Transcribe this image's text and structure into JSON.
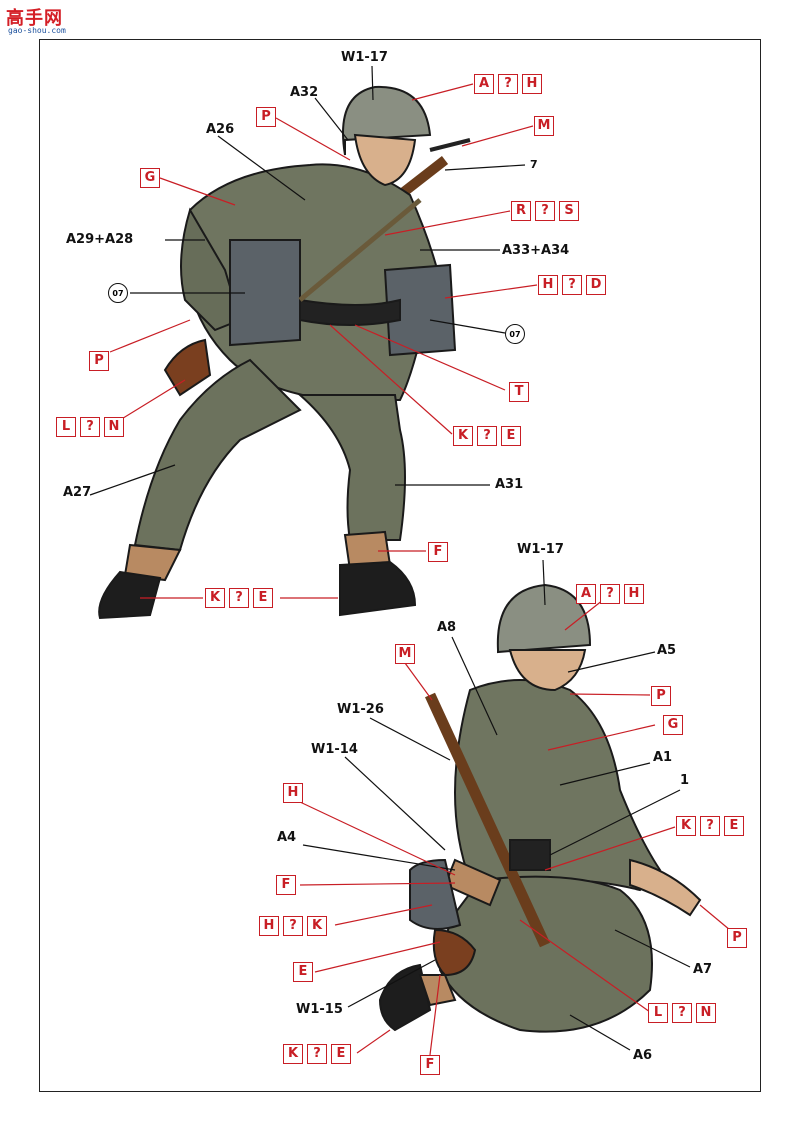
{
  "logo": {
    "main": "高手网",
    "sub": "gao-shou.com"
  },
  "colors": {
    "accent_red": "#c81e25",
    "uniform": "#6f7560",
    "helmet": "#8a8f82",
    "boots": "#1d1d1d",
    "ammo": "#5b6268",
    "wood": "#7a3f1f"
  },
  "figure1": {
    "labels": {
      "w117": "W1-17",
      "a32": "A32",
      "a26": "A26",
      "a29a28": "A29+A28",
      "a33a34": "A33+A34",
      "seven": "7",
      "a27": "A27",
      "a31": "A31",
      "circle_left": "07",
      "circle_right": "07"
    },
    "codes": {
      "aqh": [
        "A",
        "?",
        "H"
      ],
      "p1": [
        "P"
      ],
      "m": [
        "M"
      ],
      "g": [
        "G"
      ],
      "rqs": [
        "R",
        "?",
        "S"
      ],
      "hqd": [
        "H",
        "?",
        "D"
      ],
      "p2": [
        "P"
      ],
      "t": [
        "T"
      ],
      "lqn": [
        "L",
        "?",
        "N"
      ],
      "kqe1": [
        "K",
        "?",
        "E"
      ],
      "f": [
        "F"
      ],
      "kqe2": [
        "K",
        "?",
        "E"
      ]
    }
  },
  "figure2": {
    "labels": {
      "w117": "W1-17",
      "a8": "A8",
      "a5": "A5",
      "w126": "W1-26",
      "w114": "W1-14",
      "a1": "A1",
      "one": "1",
      "a4": "A4",
      "a7": "A7",
      "w115": "W1-15",
      "a6": "A6"
    },
    "codes": {
      "aqh": [
        "A",
        "?",
        "H"
      ],
      "m": [
        "M"
      ],
      "p1": [
        "P"
      ],
      "g": [
        "G"
      ],
      "h": [
        "H"
      ],
      "kqe1": [
        "K",
        "?",
        "E"
      ],
      "f1": [
        "F"
      ],
      "hqk": [
        "H",
        "?",
        "K"
      ],
      "p2": [
        "P"
      ],
      "e": [
        "E"
      ],
      "lqn": [
        "L",
        "?",
        "N"
      ],
      "kqe2": [
        "K",
        "?",
        "E"
      ],
      "f2": [
        "F"
      ]
    }
  }
}
